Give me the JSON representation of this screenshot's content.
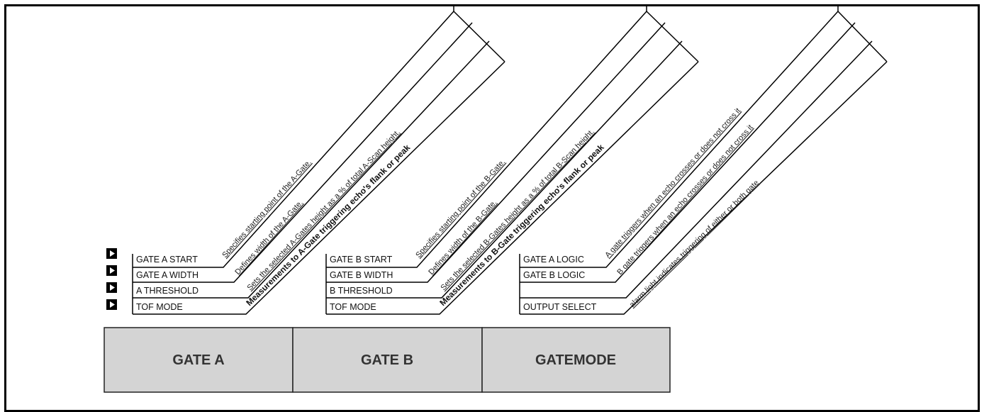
{
  "tabs": [
    {
      "label": "GATE A"
    },
    {
      "label": "GATE B"
    },
    {
      "label": "GATEMODE"
    }
  ],
  "groups": [
    {
      "rows": [
        {
          "label": "GATE A START",
          "desc": "Specifies starting point of the A-Gate."
        },
        {
          "label": "GATE A WIDTH",
          "desc": "Defines width of the A-Gate."
        },
        {
          "label": "A THRESHOLD",
          "desc": "Sets the selected A-Gates height as a % of total A-Scan height."
        },
        {
          "label": "TOF  MODE",
          "desc": "Measurements to A-Gate triggering echo's flank or peak"
        }
      ]
    },
    {
      "rows": [
        {
          "label": "GATE B START",
          "desc": "Specifies starting point of the B-Gate."
        },
        {
          "label": "GATE B WIDTH",
          "desc": "Defines width of the B-Gate."
        },
        {
          "label": "B THRESHOLD",
          "desc": "Sets the selected B-Gates height as a % of total B-Scan height."
        },
        {
          "label": "TOF  MODE",
          "desc": "Measurements to B-Gate triggering echo's flank or peak"
        }
      ]
    },
    {
      "rows": [
        {
          "label": "GATE A LOGIC",
          "desc": "A gate triggers when an echo crosses or does not cross it"
        },
        {
          "label": "GATE B LOGIC",
          "desc": "B gate triggers when an echo crosses or does not cross it"
        },
        {
          "label": "",
          "desc": ""
        },
        {
          "label": "OUTPUT SELECT",
          "desc": "alarm light indicates triggering of either or both gate"
        }
      ]
    }
  ],
  "colors": {
    "tab_fill": "#d4d4d4",
    "ink": "#000000"
  },
  "icons": {
    "row_marker": "play-arrow-icon"
  }
}
